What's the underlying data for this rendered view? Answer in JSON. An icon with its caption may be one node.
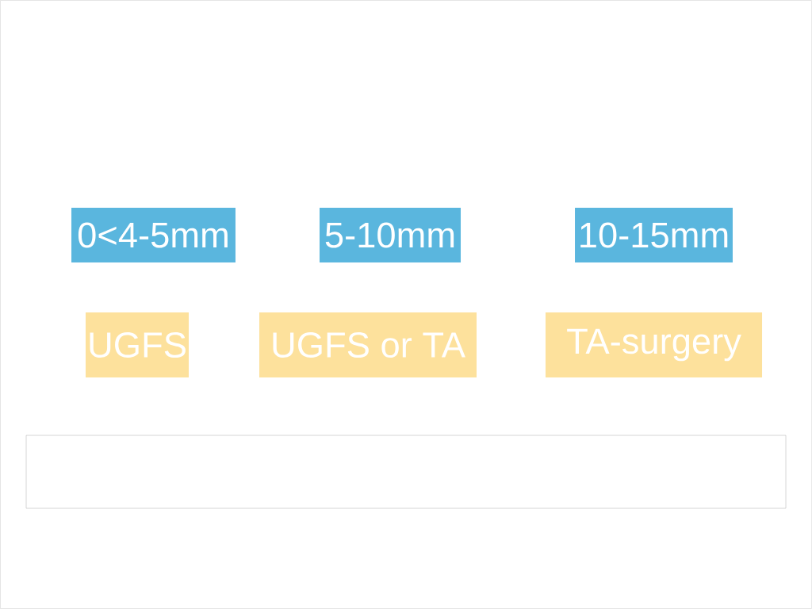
{
  "diagram": {
    "nodes": [
      {
        "text": [
          "0<4-5mm"
        ]
      },
      {
        "text": [
          "5-10mm"
        ]
      },
      {
        "text": [
          "10-15mm"
        ]
      },
      {
        "text": [
          "UGFS"
        ]
      },
      {
        "text": [
          "UGFS or TA"
        ]
      },
      {
        "text": [
          "TA-surgery"
        ]
      }
    ]
  }
}
